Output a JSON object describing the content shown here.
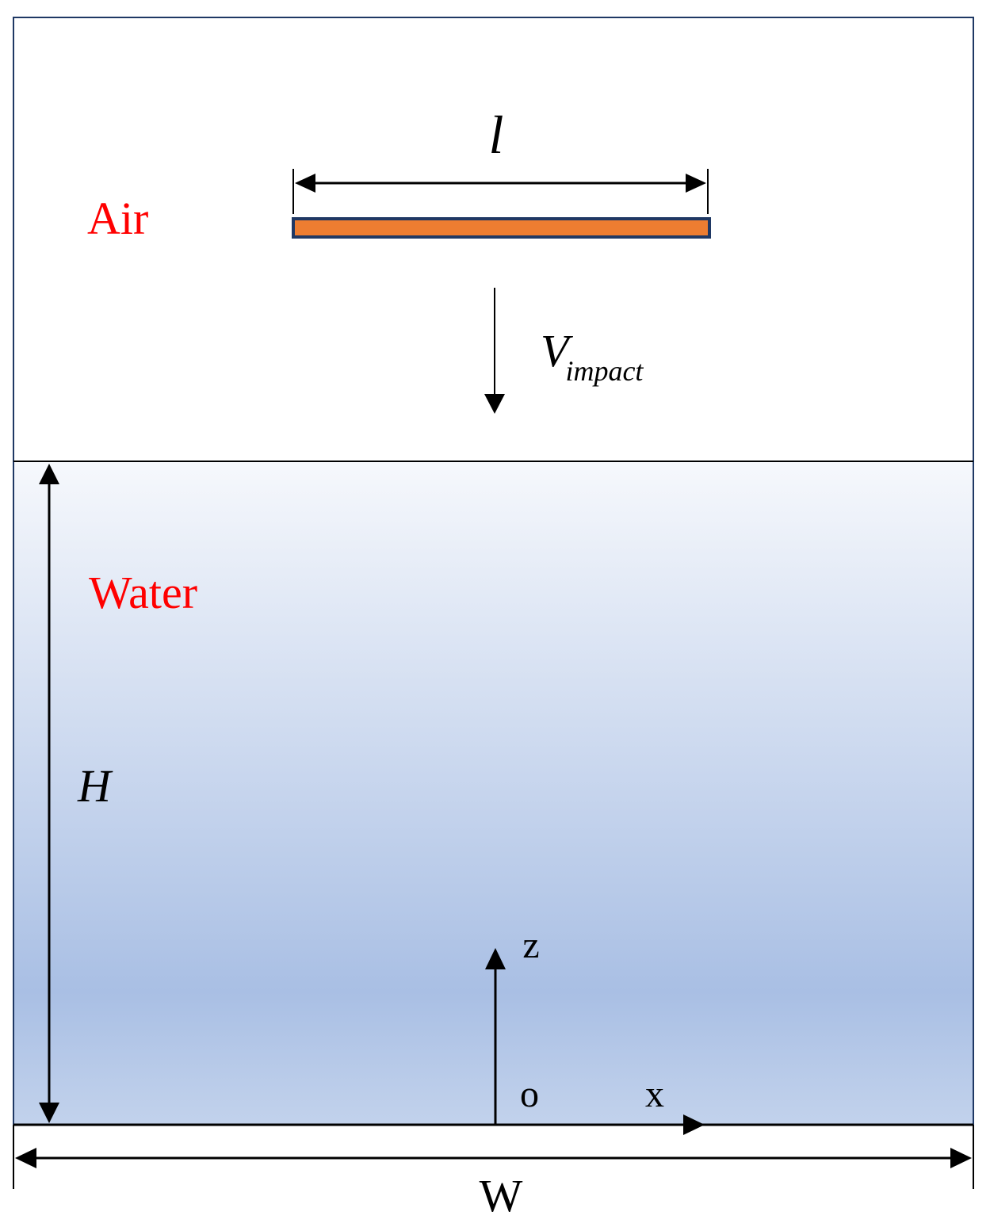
{
  "labels": {
    "air": "Air",
    "water": "Water",
    "length_symbol": "l",
    "velocity_symbol": "V",
    "velocity_subscript": "impact",
    "depth_symbol": "H",
    "width_symbol": "W",
    "z_axis": "z",
    "x_axis": "x",
    "origin": "o"
  },
  "colors": {
    "label_red": "#ff0000",
    "plate_fill": "#ed7d31",
    "plate_border": "#1f3864",
    "domain_border": "#1f3864",
    "water_top": "#f6f8fc",
    "water_deep": "#a9bfe4",
    "water_bottom": "#c2d2ec",
    "line": "#000000"
  }
}
